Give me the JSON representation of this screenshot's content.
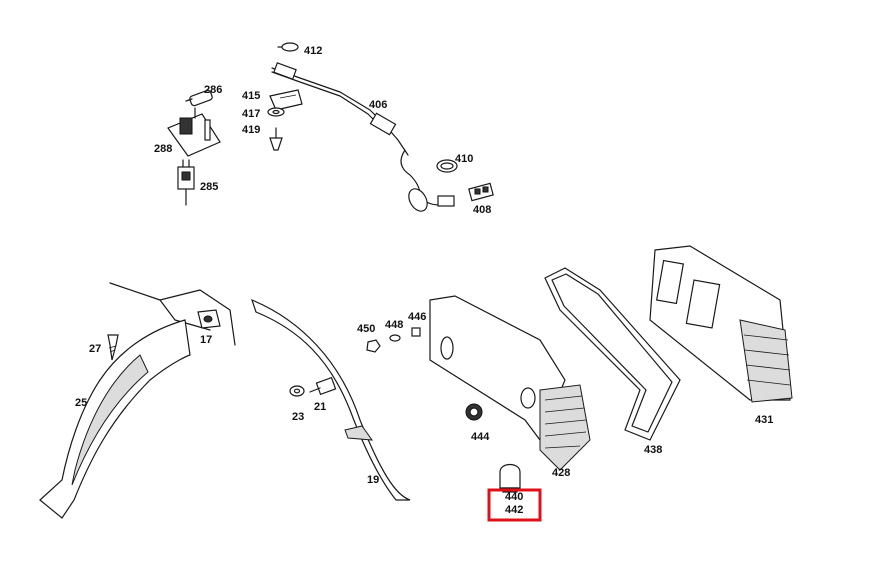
{
  "highlight": {
    "color": "#e0101a"
  },
  "labels": {
    "p412": "412",
    "p286": "286",
    "p415": "415",
    "p417": "417",
    "p419": "419",
    "p406": "406",
    "p288": "288",
    "p285": "285",
    "p410": "410",
    "p408": "408",
    "p17": "17",
    "p27": "27",
    "p25": "25",
    "p450": "450",
    "p448": "448",
    "p446": "446",
    "p23": "23",
    "p21": "21",
    "p19": "19",
    "p444": "444",
    "p428": "428",
    "p438": "438",
    "p431": "431",
    "p440": "440",
    "p442": "442"
  }
}
